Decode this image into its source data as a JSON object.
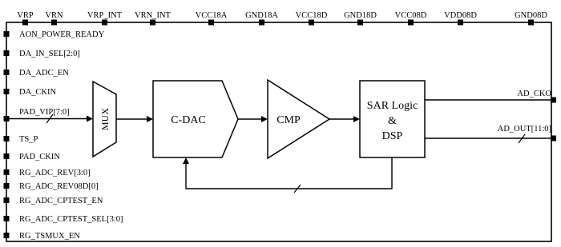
{
  "top_pins": [
    "VRP",
    "VRN",
    "VRP_INT",
    "VRN_INT",
    "VCC18A",
    "GND18A",
    "VCC18D",
    "GND18D",
    "VCC08D",
    "VDD08D",
    "GND08D"
  ],
  "left_pins": [
    "AON_POWER_READY",
    "DA_IN_SEL[2:0]",
    "DA_ADC_EN",
    "DA_CKIN",
    "PAD_VIP[7:0]",
    "TS_P",
    "PAD_CKIN",
    "RG_ADC_REV[3:0]",
    "RG_ADC_REV08D[0]",
    "RG_ADC_CPTEST_EN",
    "RG_ADC_CPTEST_SEL[3:0]",
    "RG_TSMUX_EN"
  ],
  "blocks": {
    "mux": "MUX",
    "cdac": "C-DAC",
    "cmp": "CMP",
    "sar_line1": "SAR Logic",
    "sar_line2": "&",
    "sar_line3": "DSP"
  },
  "outputs": {
    "ad_cko": "AD_CKO",
    "ad_out": "AD_OUT[11:0]"
  }
}
